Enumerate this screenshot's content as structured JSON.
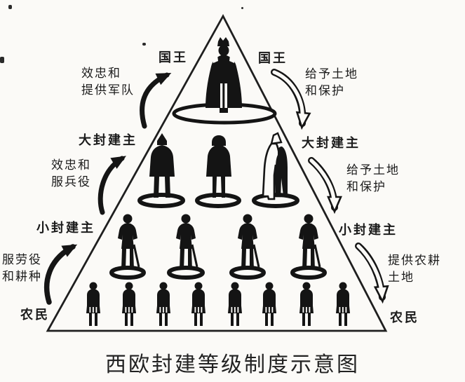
{
  "caption": "西欧封建等级制度示意图",
  "levels": [
    {
      "rank": "国王",
      "figures": 1
    },
    {
      "rank": "大封建主",
      "figures": 3
    },
    {
      "rank": "小封建主",
      "figures": 4
    },
    {
      "rank": "农民",
      "figures": 8
    }
  ],
  "left": {
    "king": "国王",
    "to_king": [
      "效忠和",
      "提供军队"
    ],
    "great_lord": "大封建主",
    "to_great_lord": [
      "效忠和",
      "服兵役"
    ],
    "small_lord": "小封建主",
    "to_small_lord": [
      "服劳役",
      "和耕种"
    ],
    "peasant": "农民"
  },
  "right": {
    "king": "国王",
    "king_grants": [
      "给予土地",
      "和保护"
    ],
    "great_lord": "大封建主",
    "great_lord_grants": [
      "给予土地",
      "和保护"
    ],
    "small_lord": "小封建主",
    "small_lord_grants": [
      "提供农耕",
      "土地"
    ],
    "peasant": "农民"
  },
  "colors": {
    "ink": "#1b1b1b",
    "paper": "#fbfaf7"
  }
}
